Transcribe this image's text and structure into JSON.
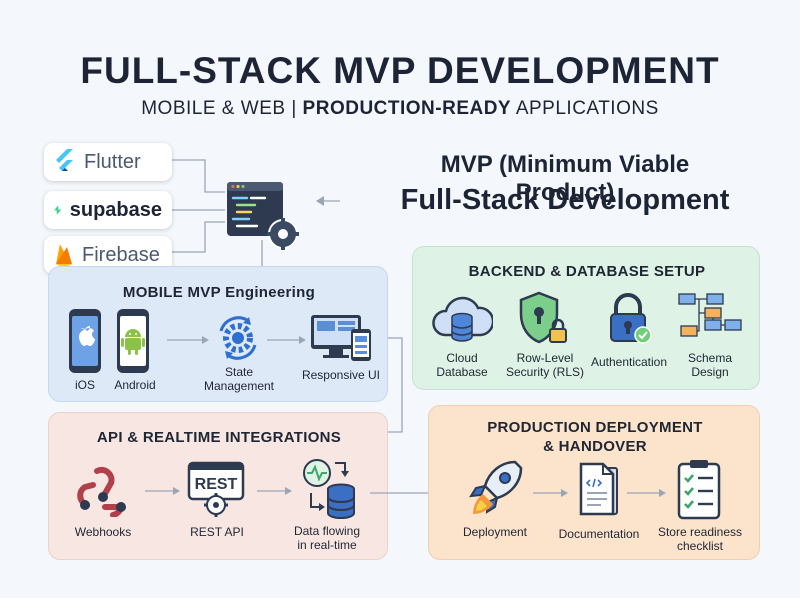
{
  "header": {
    "title": "FULL-STACK MVP DEVELOPMENT",
    "subtitle_plain_1": "MOBILE & WEB | ",
    "subtitle_bold": "PRODUCTION-READY",
    "subtitle_plain_2": " APPLICATIONS"
  },
  "tech": [
    {
      "label": "Flutter",
      "icon": "flutter-logo"
    },
    {
      "label": "supabase",
      "icon": "supabase-logo"
    },
    {
      "label": "Firebase",
      "icon": "firebase-logo"
    }
  ],
  "mvp": {
    "line1": "MVP (Minimum Viable Product)",
    "line2": "Full-Stack Development"
  },
  "mobile": {
    "title": "MOBILE MVP Engineering",
    "ios": "iOS",
    "android": "Android",
    "state_1": "State",
    "state_2": "Management",
    "responsive": "Responsive UI"
  },
  "backend": {
    "title": "BACKEND & DATABASE SETUP",
    "cloud_1": "Cloud",
    "cloud_2": "Database",
    "rls_1": "Row-Level",
    "rls_2": "Security (RLS)",
    "auth": "Authentication",
    "schema_1": "Schema",
    "schema_2": "Design"
  },
  "api": {
    "title": "API & REALTIME INTEGRATIONS",
    "webhooks": "Webhooks",
    "rest_icon": "REST",
    "rest": "REST API",
    "flow_1": "Data flowing",
    "flow_2": "in real-time"
  },
  "deploy": {
    "title_1": "PRODUCTION DEPLOYMENT",
    "title_2": "& HANDOVER",
    "deployment": "Deployment",
    "docs": "Documentation",
    "store_1": "Store readiness",
    "store_2": "checklist"
  },
  "colors": {
    "mobile_panel": "#dde9f7",
    "backend_panel": "#dff2e6",
    "api_panel": "#f8e6e2",
    "deploy_panel": "#fbe3cc",
    "navy": "#1d2436",
    "blue": "#3a7bd5"
  }
}
